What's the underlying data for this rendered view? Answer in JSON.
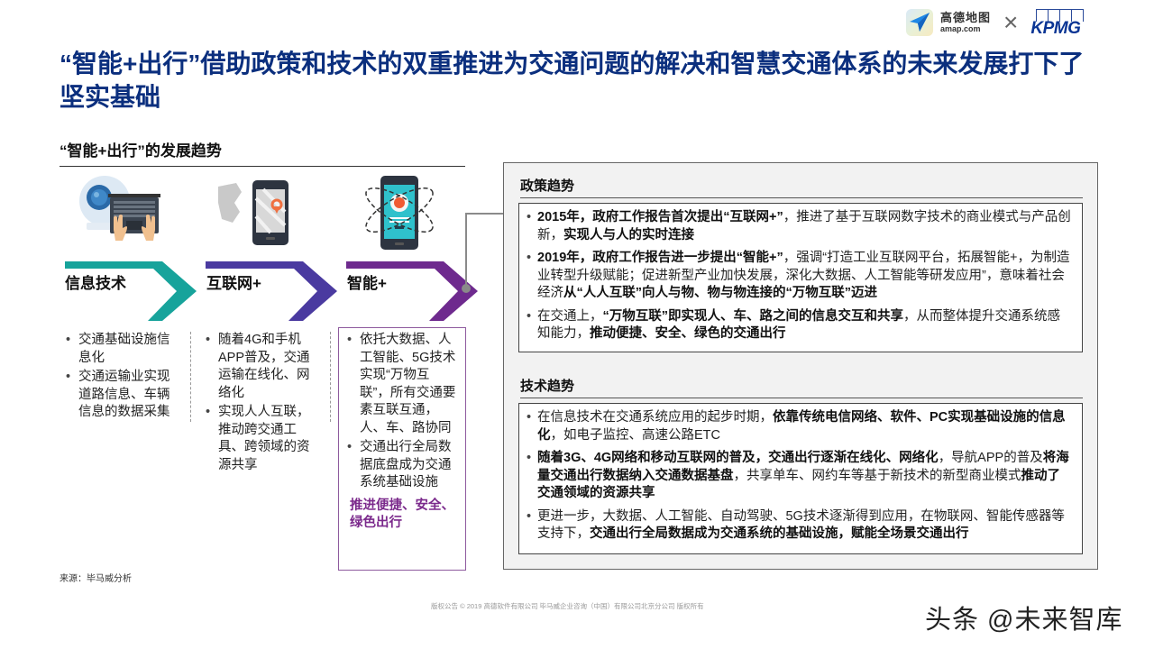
{
  "header": {
    "logo_amap_cn": "高德地图",
    "logo_amap_en": "amap.com",
    "logo_separator": "×",
    "logo_kpmg": "KPMG",
    "title": "“智能+出行”借助政策和技术的双重推进为交通问题的解决和智慧交通体系的未来发展打下了坚实基础"
  },
  "left": {
    "section_title": "“智能+出行”的发展趋势",
    "stages": [
      {
        "label": "信息技术",
        "color": "#17a39b",
        "icon": "webcam-keyboard-icon",
        "bullets": [
          "交通基础设施信息化",
          "交通运输业实现道路信息、车辆信息的数据采集"
        ]
      },
      {
        "label": "互联网+",
        "color": "#4a3aa0",
        "icon": "smartphone-map-icon",
        "bullets": [
          "随着4G和手机APP普及，交通运输在线化、网络化",
          "实现人人互联，推动跨交通工具、跨领域的资源共享"
        ]
      },
      {
        "label": "智能+",
        "color": "#6e2a8e",
        "icon": "smartphone-atom-icon",
        "bullets": [
          "依托大数据、人工智能、5G技术实现“万物互联”，所有交通要素互联互通，人、车、路协同",
          "交通出行全局数据底盘成为交通系统基础设施"
        ],
        "highlight": "推进便捷、安全、绿色出行"
      }
    ],
    "source": "来源：毕马威分析"
  },
  "right": {
    "policy": {
      "title": "政策趋势",
      "items": [
        [
          {
            "t": "2015年，政府工作报告首次提出“互联网+”",
            "b": true
          },
          {
            "t": "，推进了基于互联网数字技术的商业模式与产品创新，",
            "b": false
          },
          {
            "t": "实现人与人的实时连接",
            "b": true
          }
        ],
        [
          {
            "t": "2019年，政府工作报告进一步提出“智能+”",
            "b": true
          },
          {
            "t": "，强调“打造工业互联网平台，拓展智能+，为制造业转型升级赋能；促进新型产业加快发展，深化大数据、人工智能等研发应用”，意味着社会经济",
            "b": false
          },
          {
            "t": "从“人人互联”向人与物、物与物连接的“万物互联”迈进",
            "b": true
          }
        ],
        [
          {
            "t": "在交通上，",
            "b": false
          },
          {
            "t": "“万物互联”即实现人、车、路之间的信息交互和共享",
            "b": true
          },
          {
            "t": "，从而整体提升交通系统感知能力，",
            "b": false
          },
          {
            "t": "推动便捷、安全、绿色的交通出行",
            "b": true
          }
        ]
      ]
    },
    "tech": {
      "title": "技术趋势",
      "items": [
        [
          {
            "t": "在信息技术在交通系统应用的起步时期，",
            "b": false
          },
          {
            "t": "依靠传统电信网络、软件、PC实现基础设施的信息化",
            "b": true
          },
          {
            "t": "，如电子监控、高速公路ETC",
            "b": false
          }
        ],
        [
          {
            "t": "随着3G、4G网络和移动互联网的普及，交通出行逐渐在线化、网络化",
            "b": true
          },
          {
            "t": "，导航APP的普及",
            "b": false
          },
          {
            "t": "将海量交通出行数据纳入交通数据基盘",
            "b": true
          },
          {
            "t": "，共享单车、网约车等基于新技术的新型商业模式",
            "b": false
          },
          {
            "t": "推动了交通领域的资源共享",
            "b": true
          }
        ],
        [
          {
            "t": "更进一步，大数据、人工智能、自动驾驶、5G技术逐渐得到应用，在物联网、智能传感器等支持下，",
            "b": false
          },
          {
            "t": "交通出行全局数据成为交通系统的基础设施，赋能全场景交通出行",
            "b": true
          }
        ]
      ]
    }
  },
  "footer": {
    "copyright": "版权公告 © 2019 高德软件有限公司 毕马威企业咨询（中国）有限公司北京分公司 版权所有",
    "watermark": "头条 @未来智库"
  }
}
